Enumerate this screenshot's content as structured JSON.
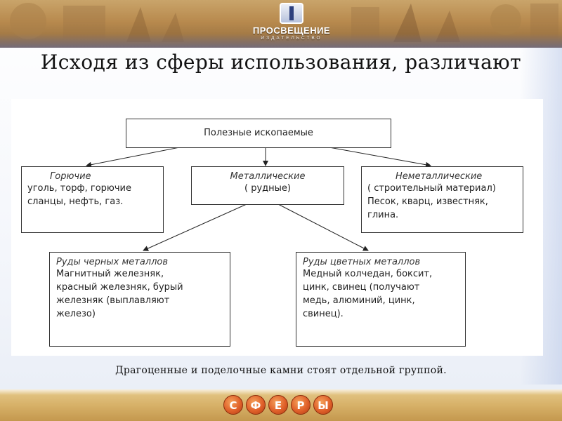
{
  "header": {
    "logo_name": "ПРОСВЕЩЕНИЕ",
    "logo_sub": "ИЗДАТЕЛЬСТВО"
  },
  "title": "Исходя из сферы использования, различают",
  "diagram": {
    "root": "Полезные ископаемые",
    "combustible": {
      "heading": "Горючие",
      "lines": [
        "уголь, торф, горючие",
        "сланцы, нефть, газ."
      ]
    },
    "metallic": {
      "heading": "Металлические",
      "lines": [
        "( рудные)"
      ]
    },
    "nonmetallic": {
      "heading": "Неметаллические",
      "lines": [
        "( строительный материал)",
        "Песок, кварц, известняк,",
        "глина."
      ]
    },
    "ferrous": {
      "heading": "Руды черных металлов",
      "lines": [
        "Магнитный железняк,",
        "красный железняк, бурый",
        "железняк (выплавляют",
        "железо)"
      ]
    },
    "nonferrous": {
      "heading": "Руды цветных металлов",
      "lines": [
        "Медный колчедан, боксит,",
        "цинк, свинец (получают",
        "медь, алюминий, цинк,",
        "свинец)."
      ]
    }
  },
  "footnote": "Драгоценные и поделочные камни стоят отдельной группой.",
  "brand_letters": [
    "С",
    "Ф",
    "Е",
    "Р",
    "Ы"
  ],
  "colors": {
    "banner": "#b88a4e",
    "bottom_bar": "#d7b168",
    "brand_ball": "#e0602a"
  }
}
